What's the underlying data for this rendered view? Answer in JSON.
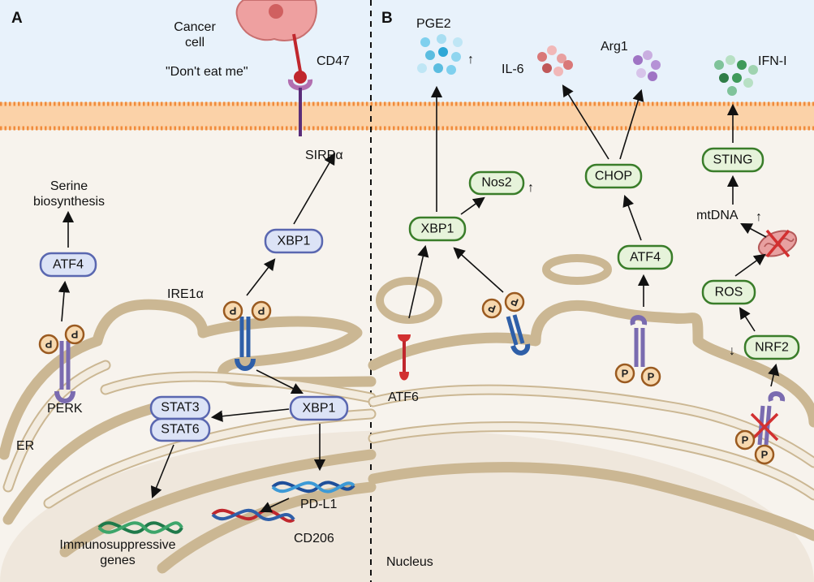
{
  "panels": {
    "a": "A",
    "b": "B"
  },
  "colors": {
    "extracellular": "#e8f2fb",
    "cytoplasm": "#f7f3ed",
    "nucleus": "#efe7dc",
    "membrane": "#f0a35e",
    "er": "#cbb793",
    "blue_box_fill": "#dce3f6",
    "blue_box_stroke": "#5a67b0",
    "green_box_fill": "#e6f3da",
    "green_box_stroke": "#3a7d2a",
    "cancer_cell": "#eea0a0",
    "pge2": "#5bbde0",
    "il6": "#d98080",
    "arg1": "#a880c8",
    "ifn": "#3f9a5a"
  },
  "labels": {
    "cancer_cell": "Cancer\ncell",
    "cd47": "CD47",
    "dont_eat_me": "\"Don't eat me\"",
    "sirpa": "SIRPα",
    "serine": "Serine\nbiosynthesis",
    "ire1a": "IRE1α",
    "perk": "PERK",
    "er": "ER",
    "pdl1": "PD-L1",
    "cd206": "CD206",
    "immuno": "Immunosuppressive\ngenes",
    "pge2": "PGE2",
    "il6": "IL-6",
    "arg1": "Arg1",
    "ifn": "IFN-I",
    "mtdna": "mtDNA",
    "atf6": "ATF6",
    "nucleus": "Nucleus",
    "phospho": "P"
  },
  "boxes_a": {
    "atf4": "ATF4",
    "xbp1_top": "XBP1",
    "xbp1_mid": "XBP1",
    "stat3": "STAT3",
    "stat6": "STAT6"
  },
  "boxes_b": {
    "xbp1": "XBP1",
    "nos2": "Nos2",
    "chop": "CHOP",
    "atf4": "ATF4",
    "sting": "STING",
    "ros": "ROS",
    "nrf2": "NRF2"
  },
  "arrows": {
    "up": "↑",
    "down": "↓"
  }
}
